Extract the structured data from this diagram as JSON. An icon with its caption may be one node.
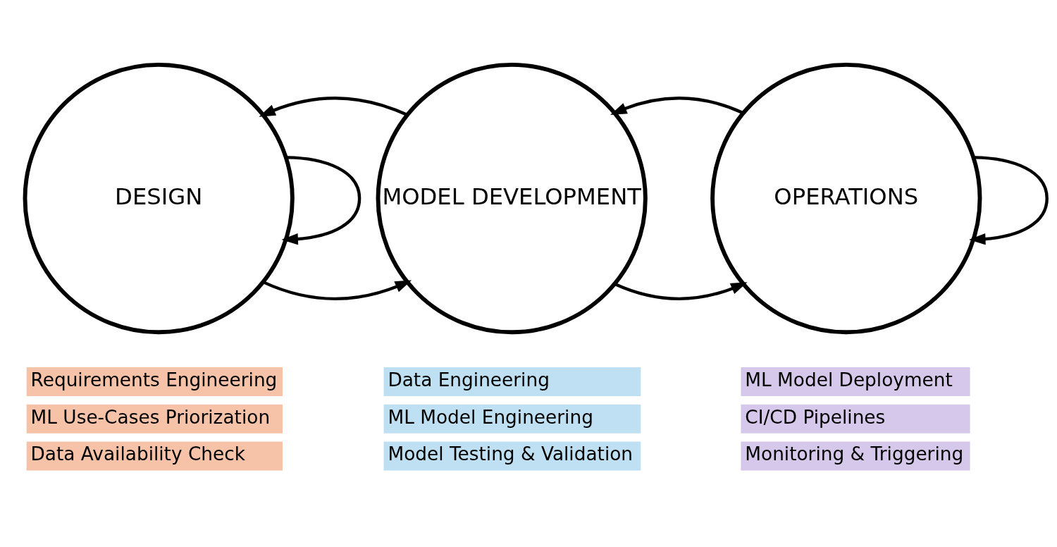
{
  "diagram": {
    "nodes": [
      {
        "text": [
          "DESIGN"
        ],
        "beside": [
          "Requirements Engineering",
          "ML Use-Cases Priorization",
          "Data Availability Check"
        ]
      },
      {
        "text": [
          "MODEL DEVELOPMENT"
        ],
        "beside": [
          "Data Engineering",
          "ML Model Engineering",
          "Model Testing & Validation"
        ]
      },
      {
        "text": [
          "OPERATIONS"
        ],
        "beside": [
          "ML Model Deployment",
          "CI/CD Pipelines",
          "Monitoring & Triggering"
        ]
      }
    ],
    "edges": [
      {
        "from": 0,
        "to": 0,
        "arrow": "to"
      },
      {
        "from": 0,
        "to": 1,
        "arrow": "to"
      },
      {
        "from": 1,
        "to": 0,
        "arrow": "to"
      },
      {
        "from": 1,
        "to": 2,
        "arrow": "to"
      },
      {
        "from": 2,
        "to": 2,
        "arrow": "to"
      },
      {
        "from": 2,
        "to": 1,
        "arrow": "to"
      }
    ]
  }
}
